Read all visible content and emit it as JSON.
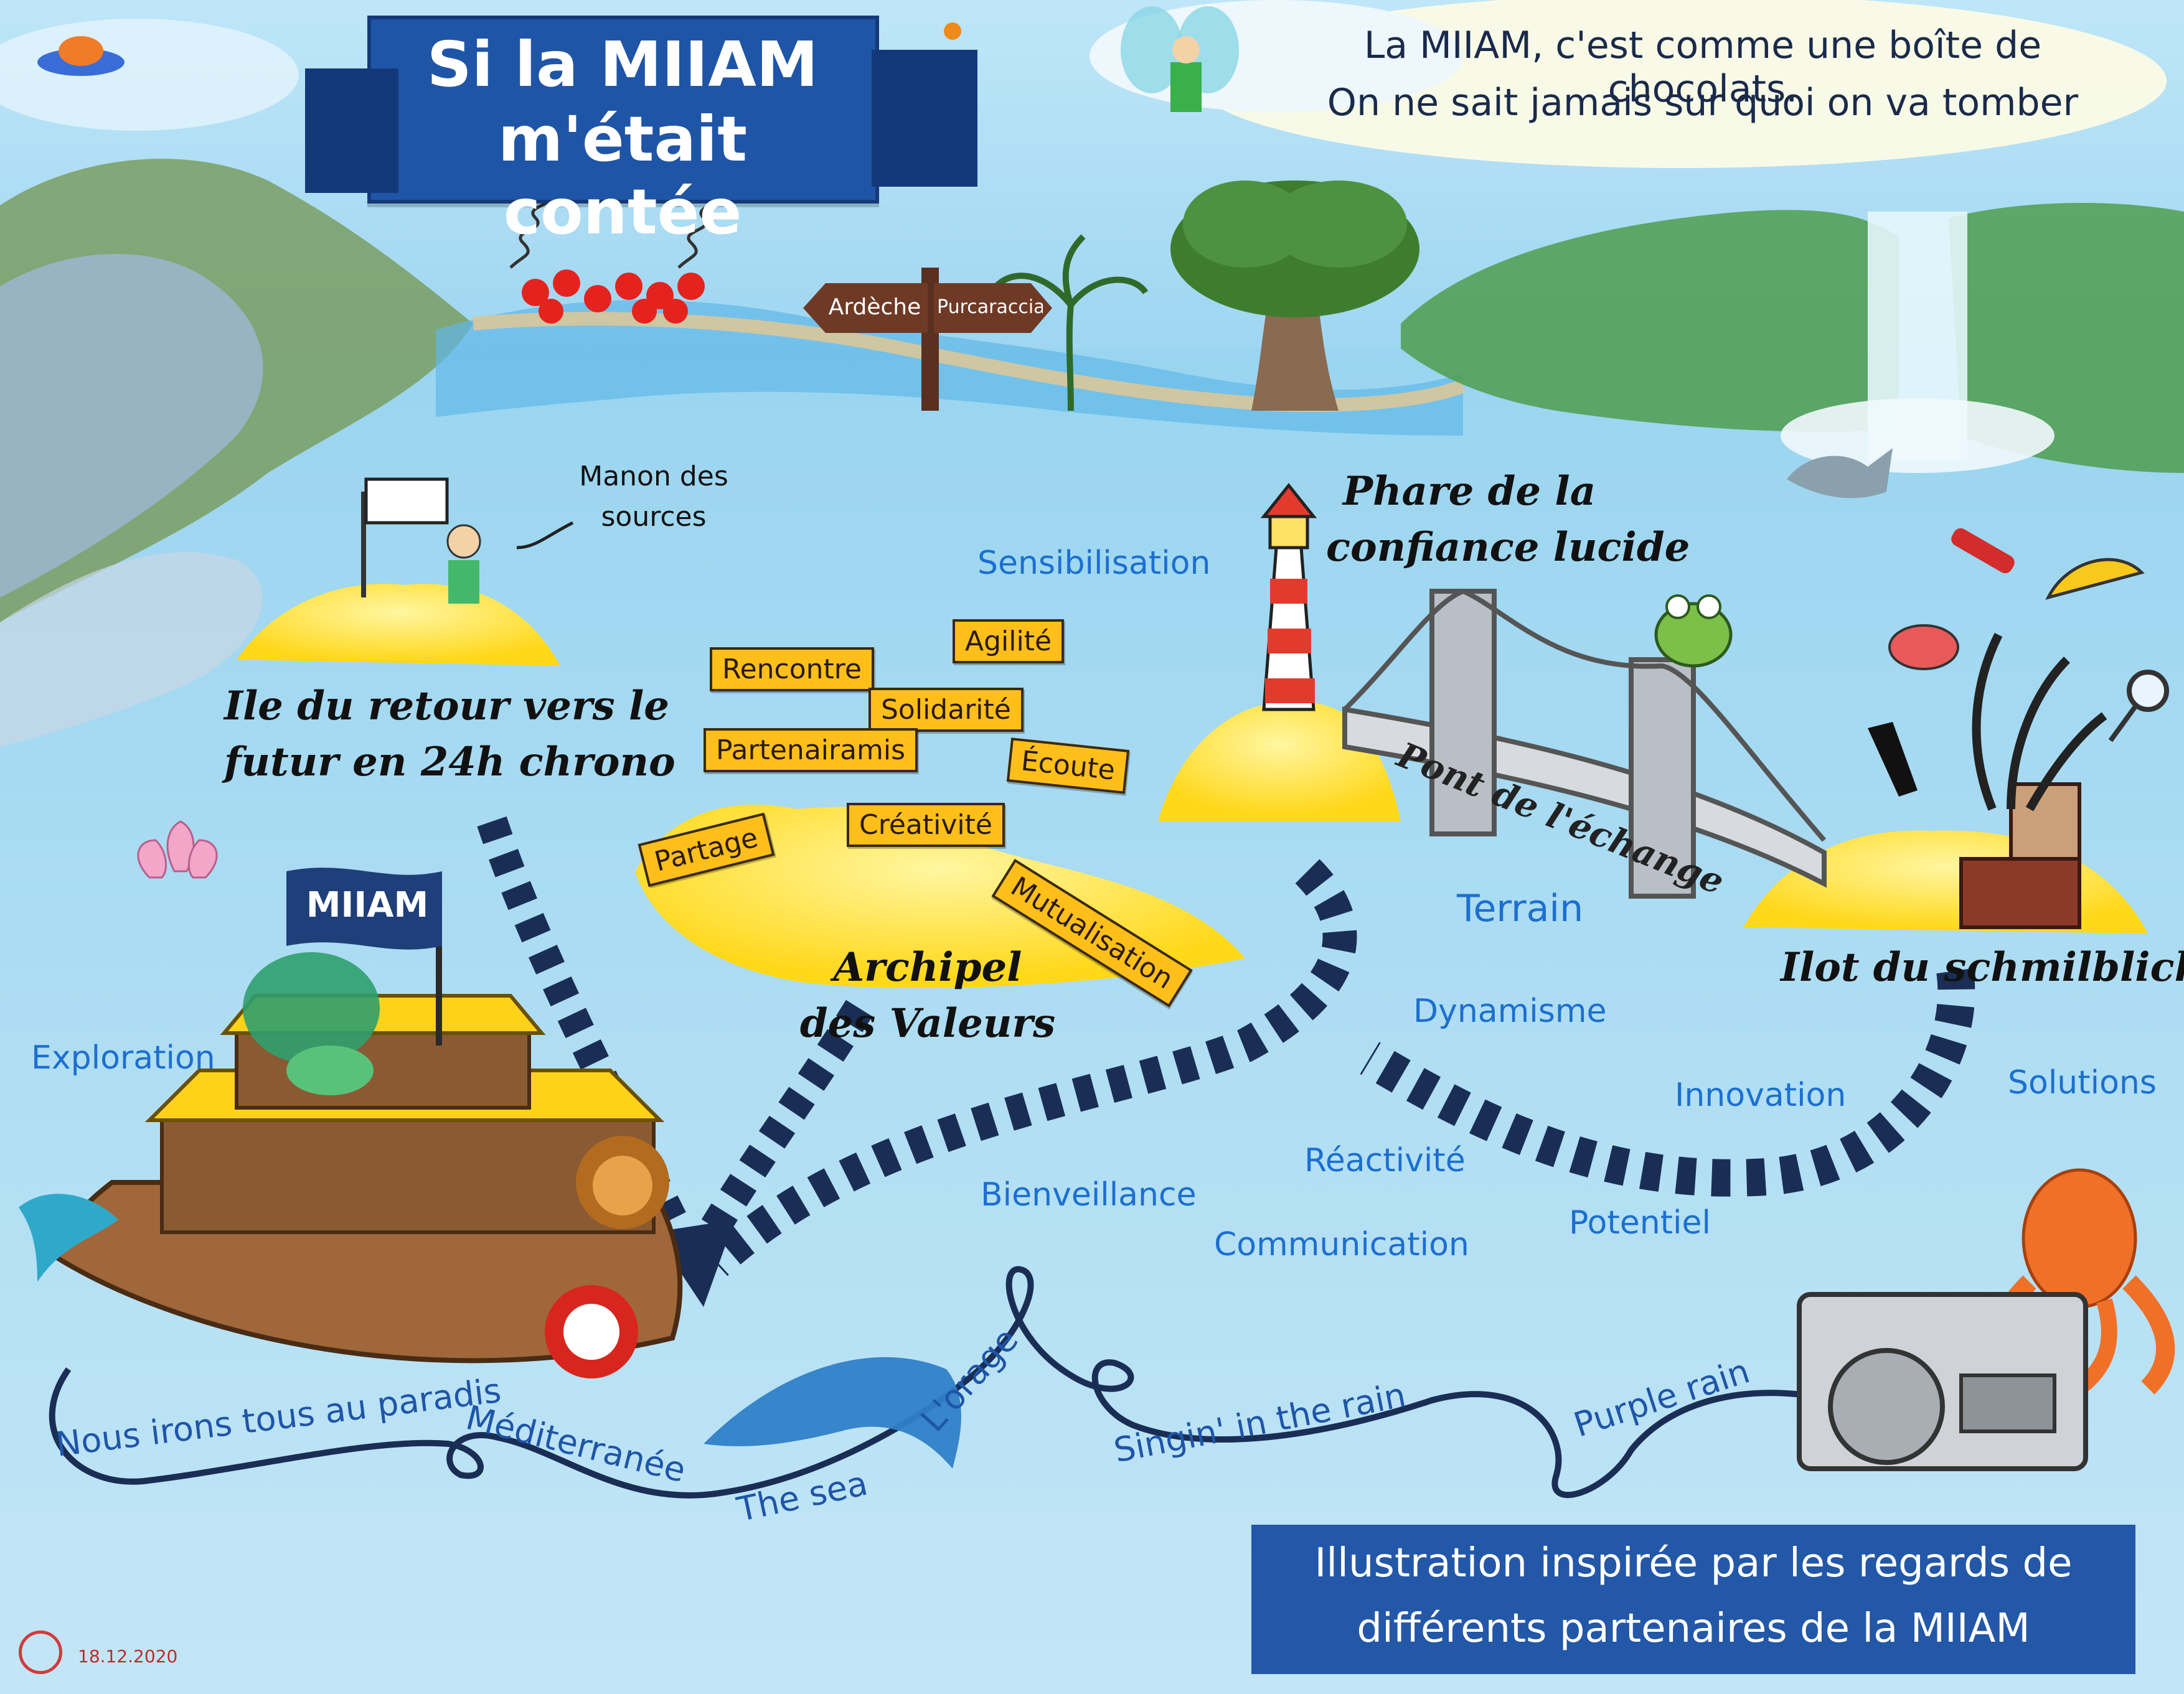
{
  "title": {
    "line1": "Si la MIIAM",
    "line2": "m'était contée"
  },
  "quote": {
    "line1": "La MIIAM, c'est comme une boîte de chocolats.",
    "line2": "On ne sait jamais sur quoi on va tomber"
  },
  "signpost": {
    "left": "Ardèche",
    "right": "Purcaraccia"
  },
  "flag": "MIIAM",
  "manon": {
    "line1": "Manon des",
    "line2": "sources"
  },
  "islands": {
    "retour": {
      "line1": "Ile du retour vers le",
      "line2": "futur en 24h chrono"
    },
    "archipel": {
      "line1": "Archipel",
      "line2": "des Valeurs"
    },
    "phare": {
      "line1": "Phare de la",
      "line2": "confiance lucide"
    },
    "ilot": "Ilot du schmilblick"
  },
  "bridge_label": "Pont de l'échange",
  "value_signs": [
    "Rencontre",
    "Agilité",
    "Solidarité",
    "Partenairamis",
    "Écoute",
    "Créativité",
    "Partage",
    "Mutualisation"
  ],
  "floating_words": [
    "Sensibilisation",
    "Terrain",
    "Dynamisme",
    "Exploration",
    "Innovation",
    "Solutions",
    "Réactivité",
    "Bienveillance",
    "Communication",
    "Potentiel"
  ],
  "songs": [
    "Nous irons tous au paradis",
    "Méditerranée",
    "The sea",
    "L'orage",
    "Singin' in the rain",
    "Purple rain"
  ],
  "footer": {
    "line1": "Illustration inspirée par les regards de",
    "line2": "différents partenaires de la MIIAM"
  },
  "date": "18.12.2020",
  "colors": {
    "sea": "#a9d8ef",
    "banner": "#1f55a6",
    "footer_box": "#2357a8",
    "sand": "#ffe84a",
    "sign": "#ffbf1a",
    "path": "#1a2e55",
    "words": "#1c6fd0"
  }
}
